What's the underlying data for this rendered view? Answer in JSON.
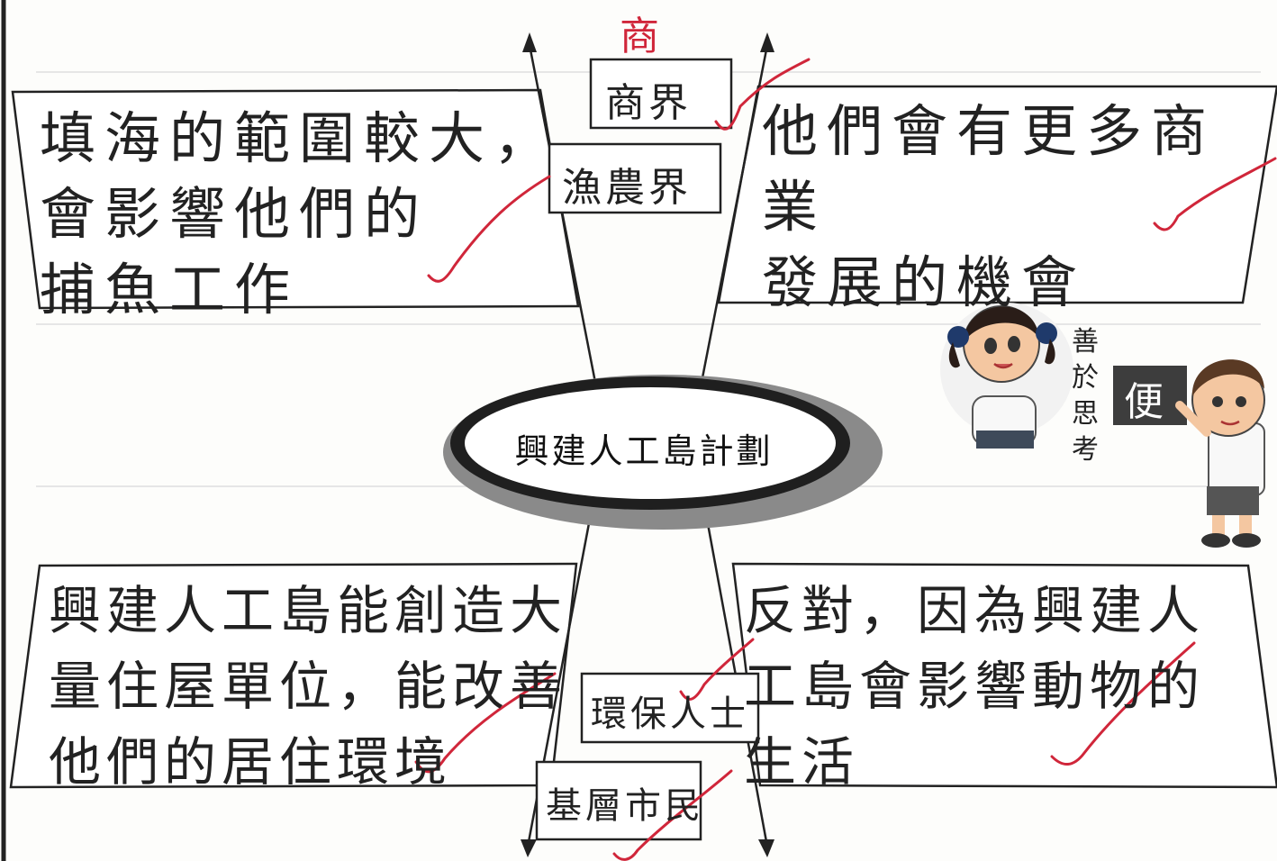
{
  "center_title": "興建人工島計劃",
  "stakeholders": {
    "top_upper": "商界",
    "top_upper_correction": "商",
    "top_lower": "漁農界",
    "bottom_upper": "環保人士",
    "bottom_lower": "基層市民"
  },
  "boxes": {
    "top_left": "填海的範圍較大，\n會影響他們的\n捕魚工作",
    "top_right": "他們會有更多商業\n發展的機會",
    "bottom_left": "興建人工島能創造大\n量住屋單位，能改善\n他們的居住環境",
    "bottom_right": "反對，因為興建人\n工島會影響動物的\n生活"
  },
  "sidebar": {
    "vertical_text": "善於思考",
    "board_char": "便"
  },
  "colors": {
    "ink": "#222222",
    "check": "#d0263a",
    "ellipse": "#333333"
  }
}
